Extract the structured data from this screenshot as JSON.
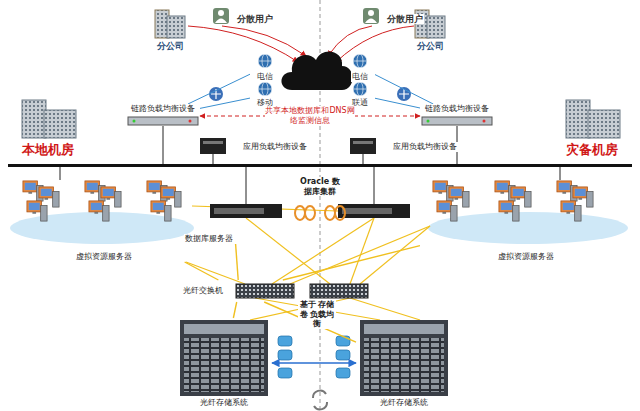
{
  "diagram": {
    "nodes": [
      {
        "text": [
          "分公司"
        ]
      },
      {
        "text": [
          "分散用户"
        ]
      },
      {
        "text": [
          "分散用户"
        ]
      },
      {
        "text": [
          "分公司"
        ]
      },
      {
        "text": [
          "电信"
        ]
      },
      {
        "text": [
          "移动"
        ]
      },
      {
        "text": [
          "电信"
        ]
      },
      {
        "text": [
          "联通"
        ]
      },
      {
        "text": [
          "链路负载均衡设备"
        ]
      },
      {
        "text": [
          "链路负载均衡设备"
        ]
      },
      {
        "text": [
          "本地机房"
        ]
      },
      {
        "text": [
          "灾备机房"
        ]
      },
      {
        "text": [
          "应用负载均衡设备"
        ]
      },
      {
        "text": [
          "应用负载均衡设备"
        ]
      },
      {
        "text": [
          "数据库服务器"
        ]
      },
      {
        "text": [
          "虚拟资源服务器"
        ]
      },
      {
        "text": [
          "虚拟资源服务器"
        ]
      },
      {
        "text": [
          "光纤交换机"
        ]
      },
      {
        "text": [
          "光纤存储系统"
        ]
      },
      {
        "text": [
          "光纤存储系统"
        ]
      }
    ],
    "edges": [
      {
        "from": 4,
        "to": 8,
        "arrow": "none"
      },
      {
        "from": 5,
        "to": 8,
        "arrow": "none"
      },
      {
        "from": 6,
        "to": 9,
        "arrow": "none"
      },
      {
        "from": 7,
        "to": 9,
        "arrow": "none"
      },
      {
        "from": 8,
        "to": 9,
        "label": "共享本地数据库和DNS网络监测信息",
        "arrow": "both"
      },
      {
        "from": 15,
        "to": 17,
        "arrow": "none"
      },
      {
        "from": 14,
        "to": 17,
        "arrow": "none"
      },
      {
        "from": 16,
        "to": 17,
        "arrow": "none"
      },
      {
        "from": 17,
        "to": 18,
        "arrow": "none"
      },
      {
        "from": 17,
        "to": 19,
        "arrow": "none"
      },
      {
        "from": 18,
        "to": 19,
        "arrow": "both"
      }
    ],
    "labels": [
      "Oracle 数据库集群",
      "基于 存储卷 负载均衡"
    ]
  }
}
